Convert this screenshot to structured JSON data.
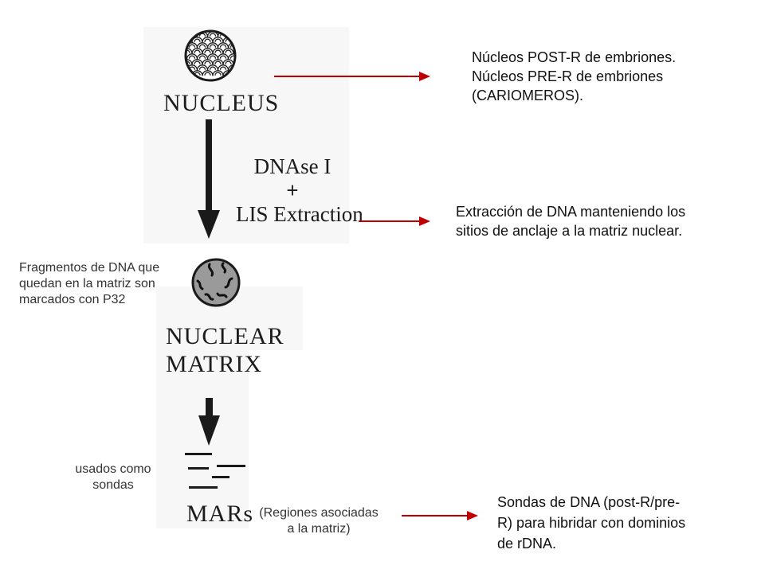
{
  "colors": {
    "arrow_red": "#c00000",
    "scan_bg": "#f7f7f7",
    "ink": "#1c1c1c"
  },
  "left_panel": {
    "nucleus_label": "NUCLEUS",
    "treatment": [
      "DNAse I",
      "+",
      "LIS Extraction"
    ],
    "nuclear_matrix_label": [
      "NUCLEAR",
      "MATRIX"
    ],
    "mars_label": "MARs",
    "mars_note": [
      "(Regiones asociadas",
      "a la matriz)"
    ]
  },
  "side_notes": {
    "fragments": [
      "Fragmentos de DNA que",
      "quedan en la matriz son",
      "marcados con P32"
    ],
    "probes": [
      "usados como",
      "sondas"
    ]
  },
  "right_panel": {
    "nuclei_text": [
      "Núcleos POST-R de embriones.",
      "Núcleos PRE-R de embriones",
      "(CARIOMEROS)."
    ],
    "extraction_text": [
      "Extracción de DNA manteniendo los",
      "sitios de anclaje a la matriz nuclear."
    ],
    "probes_text": [
      "Sondas de DNA (post-R/pre-",
      "R) para hibridar con dominios",
      "de rDNA."
    ]
  },
  "icons": {
    "nucleus": "scalloped-nucleus-icon",
    "matrix": "nuclear-matrix-with-dna-loops-icon",
    "fragments": "dna-fragment-lines-icon"
  }
}
